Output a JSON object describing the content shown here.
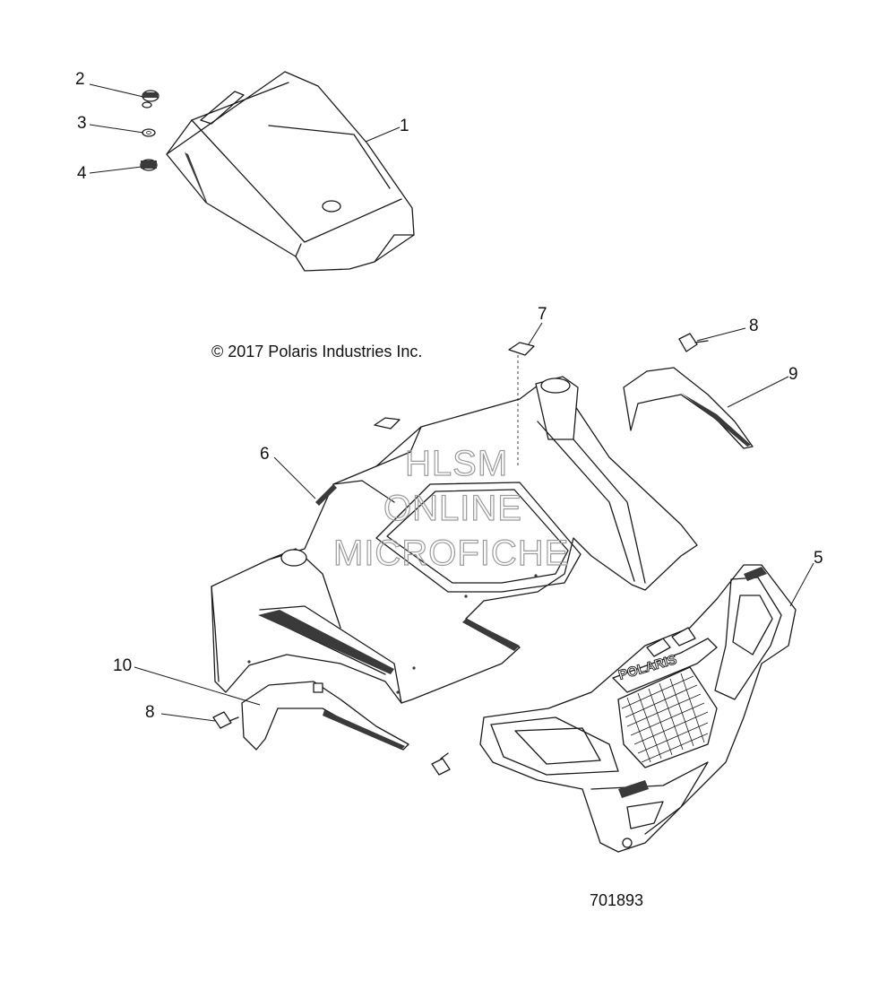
{
  "copyright": "© 2017 Polaris Industries Inc.",
  "figure_number": "701893",
  "watermark": [
    "HLSM",
    "ONLINE",
    "MICROFICHE"
  ],
  "grille_logo": "POLARIS",
  "callouts": {
    "c1": "1",
    "c2": "2",
    "c3": "3",
    "c4": "4",
    "c5": "5",
    "c6": "6",
    "c7": "7",
    "c8a": "8",
    "c8b": "8",
    "c9": "9",
    "c10": "10"
  }
}
